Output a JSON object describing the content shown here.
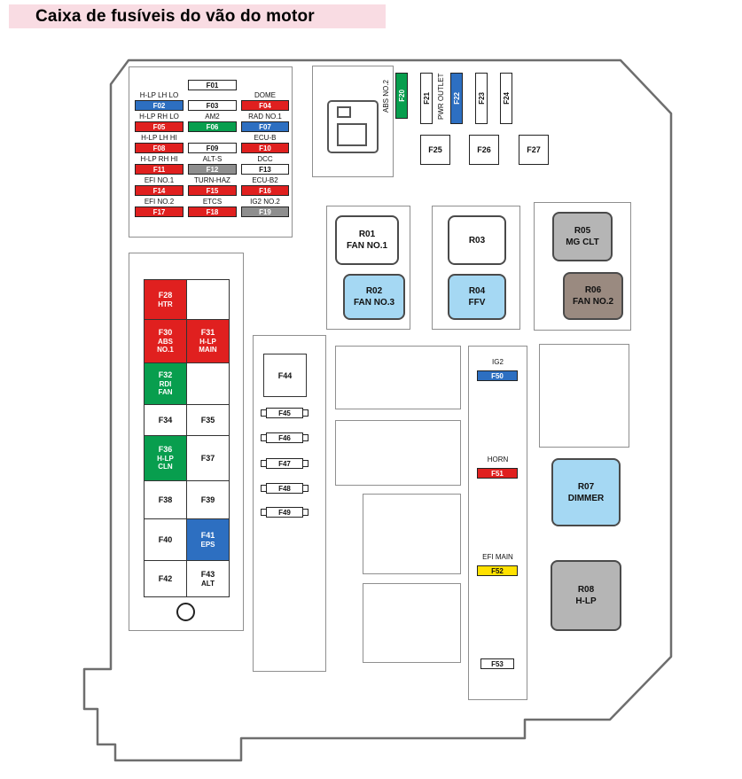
{
  "title": "Caixa de fusíveis do vão do motor",
  "colors": {
    "fuse_red": "#e0201f",
    "fuse_blue": "#2d6fc1",
    "fuse_green": "#089e4e",
    "fuse_yellow": "#ffe100",
    "fuse_gray": "#8e8e8e",
    "fuse_white": "#ffffff",
    "relay_light_blue": "#a5d8f3",
    "relay_gray": "#b5b5b5",
    "relay_brown": "#9a8a80",
    "title_bg": "#f9dce3",
    "outline": "#6e6e6e"
  },
  "main_fuse_block": {
    "col_left": [
      {
        "label": "H-LP LH LO",
        "id": "F02",
        "color": "fuse_blue"
      },
      {
        "label": "H-LP RH LO",
        "id": "F05",
        "color": "fuse_red"
      },
      {
        "label": "H-LP LH HI",
        "id": "F08",
        "color": "fuse_red"
      },
      {
        "label": "H-LP RH HI",
        "id": "F11",
        "color": "fuse_red"
      },
      {
        "label": "EFI NO.1",
        "id": "F14",
        "color": "fuse_red"
      },
      {
        "label": "EFI NO.2",
        "id": "F17",
        "color": "fuse_red"
      }
    ],
    "col_middle": [
      {
        "label": "",
        "id": "F01",
        "color": "fuse_white"
      },
      {
        "label": "",
        "id": "F03",
        "color": "fuse_white"
      },
      {
        "label": "AM2",
        "id": "F06",
        "color": "fuse_green"
      },
      {
        "label": "",
        "id": "F09",
        "color": "fuse_white"
      },
      {
        "label": "ALT-S",
        "id": "F12",
        "color": "fuse_gray"
      },
      {
        "label": "TURN-HAZ",
        "id": "F15",
        "color": "fuse_red"
      },
      {
        "label": "ETCS",
        "id": "F18",
        "color": "fuse_red"
      }
    ],
    "col_right": [
      {
        "label": "DOME",
        "id": "F04",
        "color": "fuse_red"
      },
      {
        "label": "RAD NO.1",
        "id": "F07",
        "color": "fuse_blue"
      },
      {
        "label": "ECU-B",
        "id": "F10",
        "color": "fuse_red"
      },
      {
        "label": "DCC",
        "id": "F13",
        "color": "fuse_white"
      },
      {
        "label": "ECU-B2",
        "id": "F16",
        "color": "fuse_red"
      },
      {
        "label": "IG2 NO.2",
        "id": "F19",
        "color": "fuse_gray"
      }
    ]
  },
  "top_right_block": {
    "vertical_fuses": [
      {
        "label": "ABS NO.2",
        "id": "F20",
        "color": "fuse_green"
      },
      {
        "label": "",
        "id": "F21",
        "color": "fuse_white"
      },
      {
        "label": "PWR OUTLET",
        "id": "F22",
        "color": "fuse_blue"
      },
      {
        "label": "",
        "id": "F23",
        "color": "fuse_white"
      },
      {
        "label": "",
        "id": "F24",
        "color": "fuse_white"
      }
    ],
    "square_fuses": [
      {
        "id": "F25"
      },
      {
        "id": "F26"
      },
      {
        "id": "F27"
      }
    ]
  },
  "relays": {
    "group1": [
      {
        "id": "R01",
        "label": "FAN NO.1",
        "color": "fuse_white"
      },
      {
        "id": "R02",
        "label": "FAN NO.3",
        "color": "relay_light_blue"
      }
    ],
    "group2": [
      {
        "id": "R03",
        "label": "",
        "color": "fuse_white"
      },
      {
        "id": "R04",
        "label": "FFV",
        "color": "relay_light_blue"
      }
    ],
    "group3": [
      {
        "id": "R05",
        "label": "MG CLT",
        "color": "relay_gray"
      },
      {
        "id": "R06",
        "label": "FAN NO.2",
        "color": "relay_brown"
      }
    ],
    "dimmer": {
      "id": "R07",
      "label": "DIMMER",
      "color": "relay_light_blue"
    },
    "headlamp": {
      "id": "R08",
      "label": "H-LP",
      "color": "relay_gray"
    }
  },
  "left_fuse_grid": {
    "cells": [
      {
        "id": "F28",
        "label": "HTR",
        "color": "fuse_red"
      },
      {
        "id": "",
        "label": "",
        "color": "fuse_white"
      },
      {
        "id": "F30",
        "label": "ABS\nNO.1",
        "color": "fuse_red"
      },
      {
        "id": "F31",
        "label": "H-LP\nMAIN",
        "color": "fuse_red"
      },
      {
        "id": "F32",
        "label": "RDI\nFAN",
        "color": "fuse_green"
      },
      {
        "id": "",
        "label": "",
        "color": "fuse_white"
      },
      {
        "id": "F34",
        "label": "",
        "color": "fuse_white"
      },
      {
        "id": "F35",
        "label": "",
        "color": "fuse_white"
      },
      {
        "id": "F36",
        "label": "H-LP\nCLN",
        "color": "fuse_green"
      },
      {
        "id": "F37",
        "label": "",
        "color": "fuse_white"
      },
      {
        "id": "F38",
        "label": "",
        "color": "fuse_white"
      },
      {
        "id": "F39",
        "label": "",
        "color": "fuse_white"
      },
      {
        "id": "F40",
        "label": "",
        "color": "fuse_white"
      },
      {
        "id": "F41",
        "label": "EPS",
        "color": "fuse_blue"
      },
      {
        "id": "F42",
        "label": "",
        "color": "fuse_white"
      },
      {
        "id": "F43",
        "label": "ALT",
        "color": "fuse_white"
      }
    ]
  },
  "middle_block": {
    "f44": {
      "id": "F44"
    },
    "mini_fuses": [
      {
        "id": "F45"
      },
      {
        "id": "F46"
      },
      {
        "id": "F47"
      },
      {
        "id": "F48"
      },
      {
        "id": "F49"
      }
    ]
  },
  "right_strip": {
    "items": [
      {
        "label": "IG2",
        "id": "F50",
        "color": "fuse_blue"
      },
      {
        "label": "HORN",
        "id": "F51",
        "color": "fuse_red"
      },
      {
        "label": "EFI MAIN",
        "id": "F52",
        "color": "fuse_yellow"
      },
      {
        "label": "",
        "id": "F53",
        "color": "fuse_white"
      }
    ]
  }
}
